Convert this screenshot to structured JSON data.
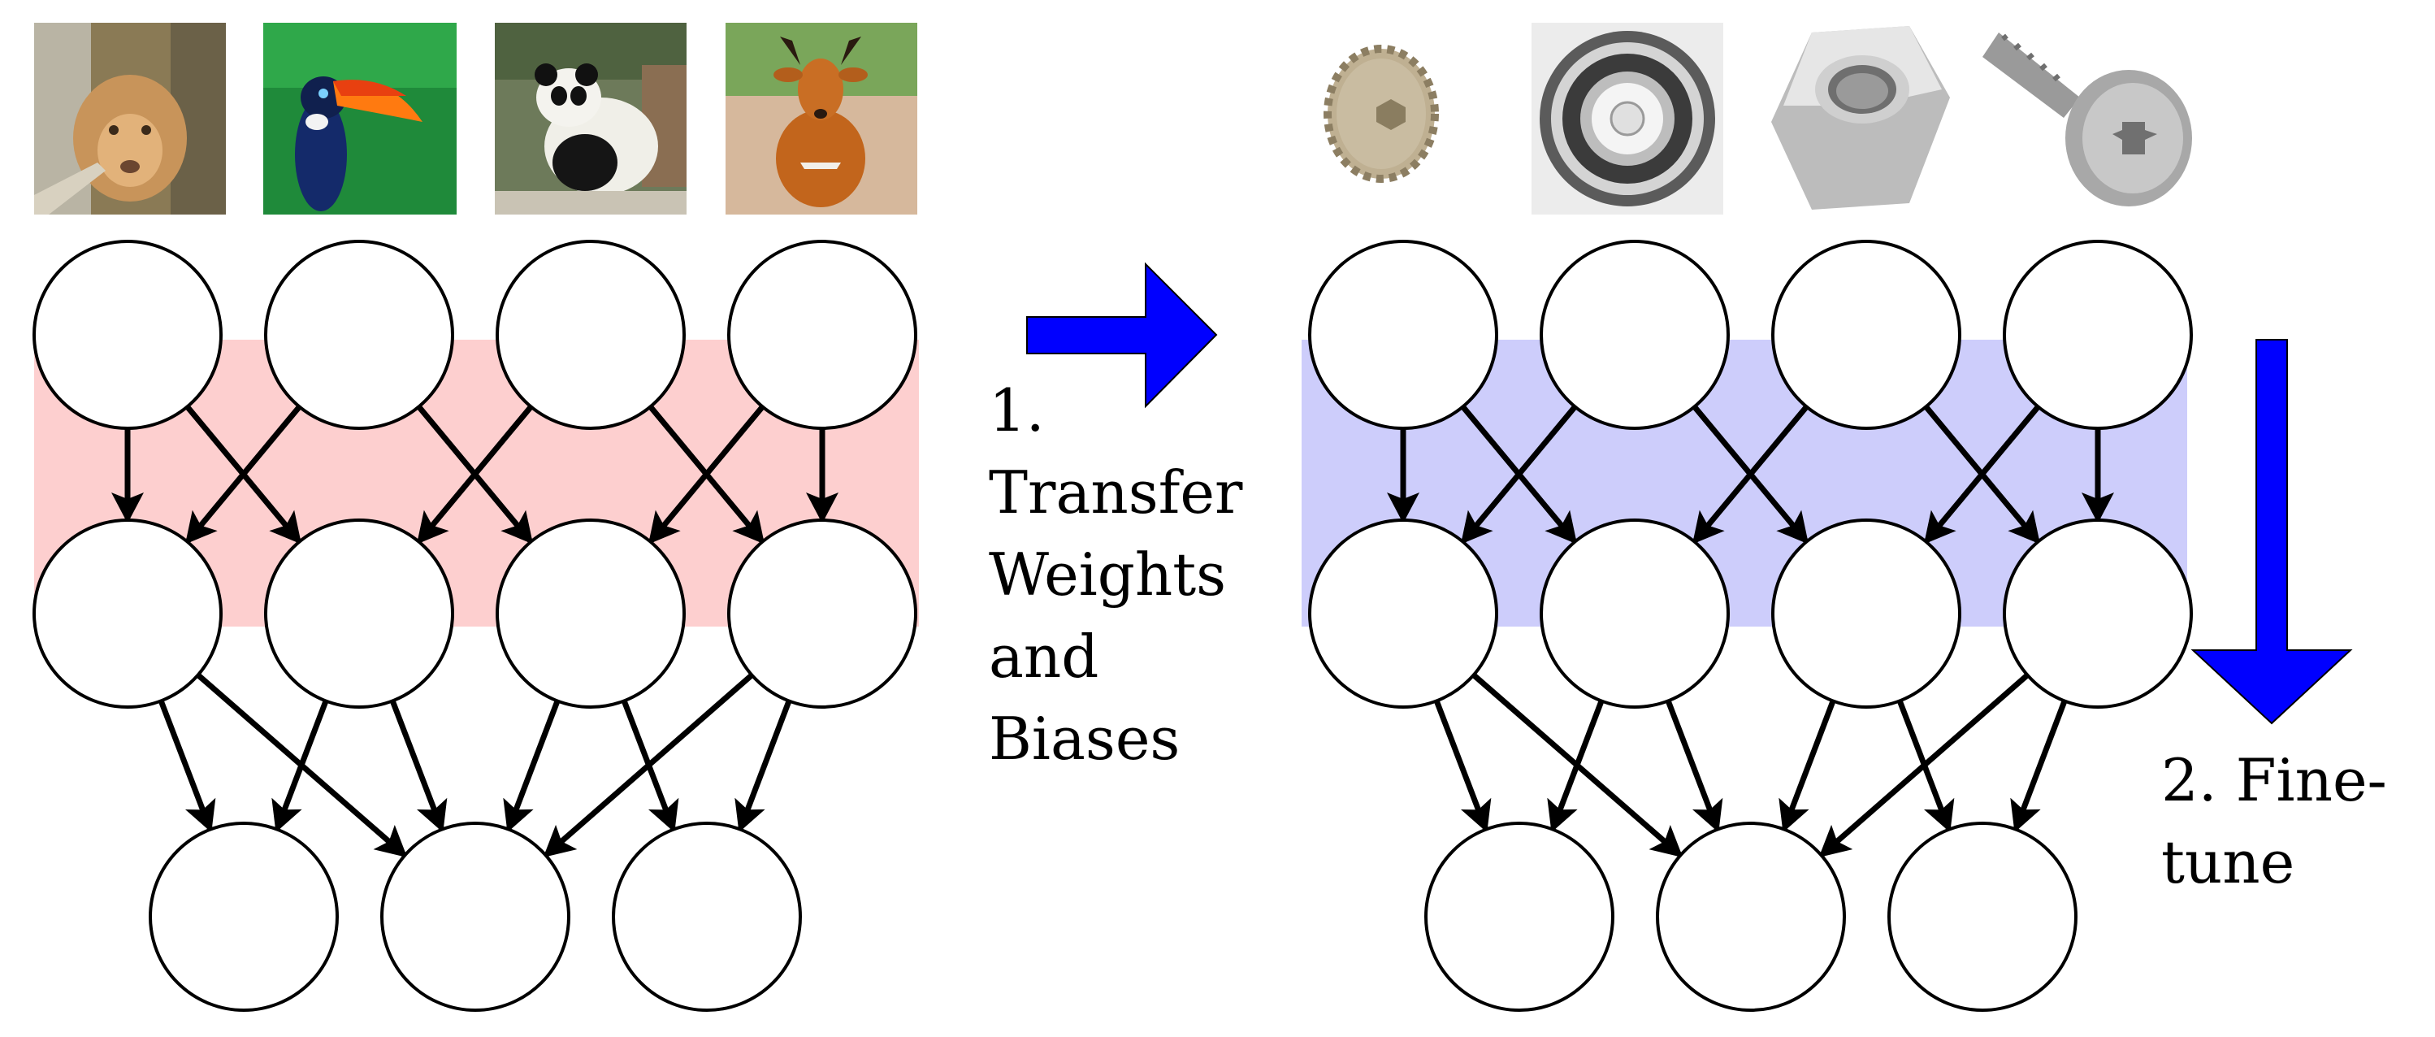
{
  "step1": {
    "lines": [
      "1.",
      "Transfer",
      "Weights",
      "and",
      "Biases"
    ]
  },
  "step2": {
    "lines": [
      "2.  Fine-",
      "tune"
    ]
  },
  "colors": {
    "source_band": "#fdcfcf",
    "target_band": "#cdcdfb",
    "arrow": "#0000ff",
    "node_fill": "#ffffff",
    "node_stroke": "#000000"
  },
  "source_images": [
    {
      "name": "lion-image",
      "subject": "lion"
    },
    {
      "name": "toucan-image",
      "subject": "toucan"
    },
    {
      "name": "panda-image",
      "subject": "panda"
    },
    {
      "name": "antelope-image",
      "subject": "antelope"
    }
  ],
  "target_images": [
    {
      "name": "gear-image",
      "subject": "gear"
    },
    {
      "name": "bearing-image",
      "subject": "ball bearing"
    },
    {
      "name": "hex-nut-image",
      "subject": "hex nut"
    },
    {
      "name": "screw-image",
      "subject": "countersunk screw"
    }
  ]
}
